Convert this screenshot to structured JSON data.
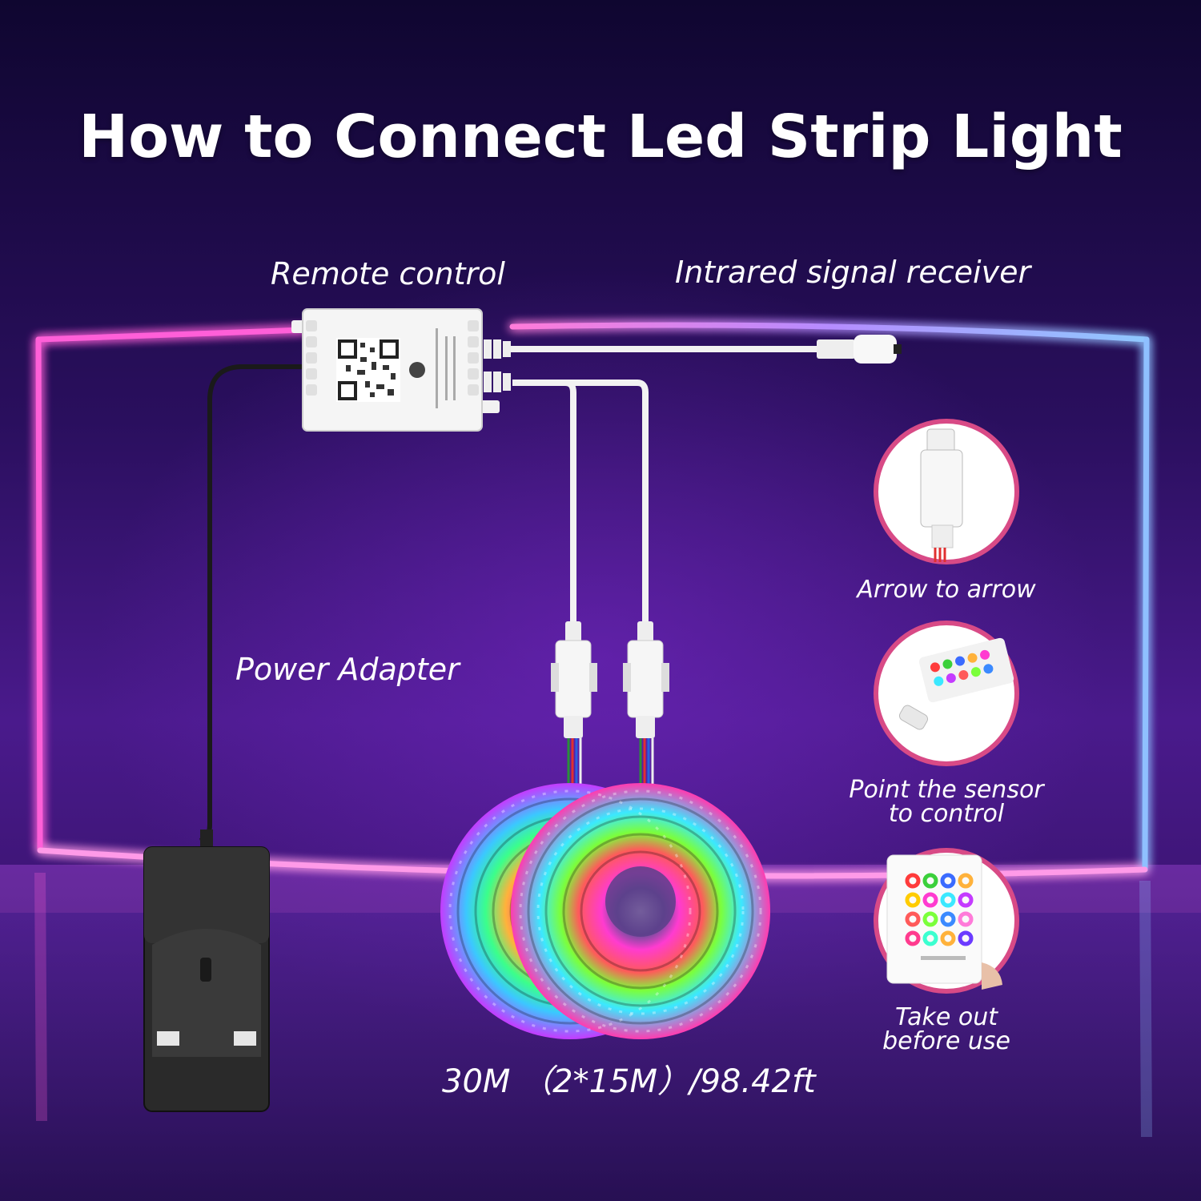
{
  "title": "How to Connect Led Strip Light",
  "labels": {
    "remote_control": "Remote control",
    "ir_receiver": "Intrared signal receiver",
    "power_adapter": "Power Adapter",
    "length_spec": "30M （2*15M）/98.42ft"
  },
  "steps": [
    {
      "caption_line1": "Arrow to arrow",
      "caption_line2": ""
    },
    {
      "caption_line1": "Point the sensor",
      "caption_line2": "to control"
    },
    {
      "caption_line1": "Take out",
      "caption_line2": "before use"
    }
  ],
  "icons": [
    "led-reel-icon",
    "power-adapter-icon",
    "controller-box-icon",
    "ir-receiver-icon",
    "connector-icon",
    "remote-icon",
    "qr-code-icon"
  ],
  "colors": {
    "neon_pink": "#ff4fd8",
    "neon_blue": "#7fb8ff",
    "step_ring": "#d84a86",
    "text": "#ffffff"
  }
}
